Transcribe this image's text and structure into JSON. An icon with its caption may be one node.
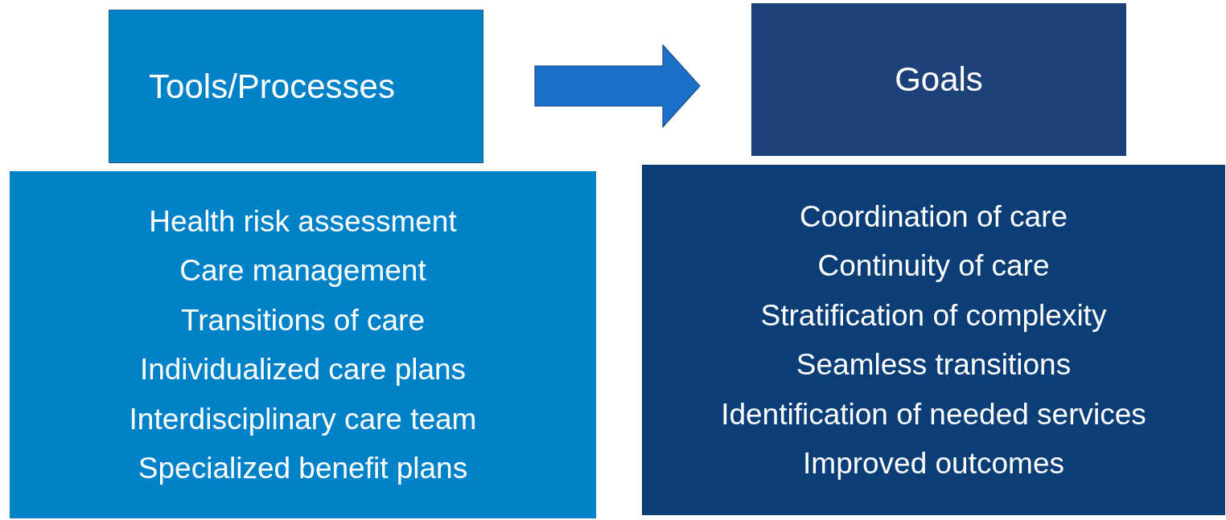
{
  "diagram": {
    "nodes": [
      {
        "text": [
          "Tools/Processes"
        ]
      },
      {
        "text": [
          "Health risk assessment",
          "Care management",
          "Transitions of care",
          "Individualized care plans",
          "Interdisciplinary care team",
          "Specialized benefit plans"
        ]
      },
      {
        "text": [
          "Goals"
        ]
      },
      {
        "text": [
          "Coordination of care",
          "Continuity of care",
          "Stratification of complexity",
          "Seamless transitions",
          "Identification of needed services",
          "Improved outcomes"
        ]
      }
    ],
    "edges": [
      {
        "from": 0,
        "to": 2,
        "arrow": "to"
      }
    ]
  }
}
